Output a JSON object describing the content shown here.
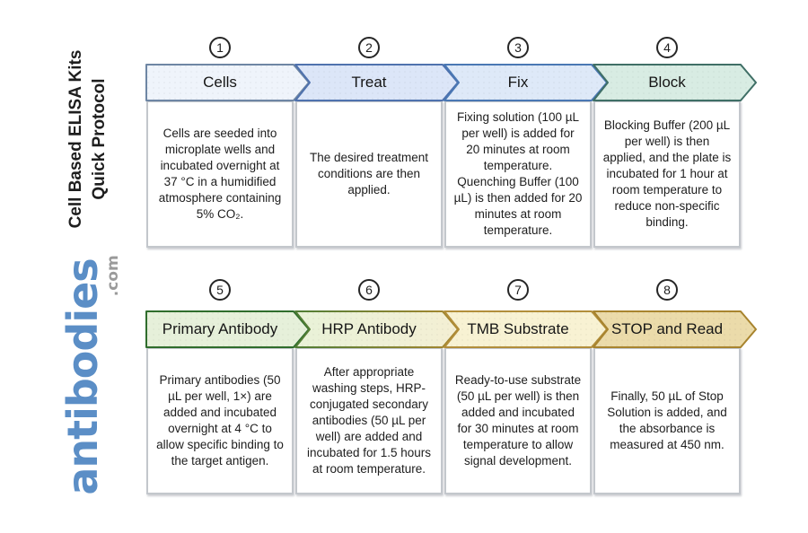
{
  "sidebar": {
    "title_line1": "Cell Based ELISA Kits",
    "title_line2": "Quick Protocol",
    "logo_word": "antibodies",
    "logo_suffix": ".com",
    "colors": {
      "logo_blue": "#5b8ec6",
      "logo_gray": "#9a9a9a"
    }
  },
  "steps": [
    {
      "number": "1",
      "label": "Cells",
      "description": "Cells are seeded into microplate wells and incubated overnight at 37 °C in a humidified atmosphere containing 5% CO₂.",
      "fill": "#eff4fb",
      "stroke": "#6e86a4"
    },
    {
      "number": "2",
      "label": "Treat",
      "description": "The desired treatment conditions are then applied.",
      "fill": "#dce6f8",
      "stroke": "#4f72ae"
    },
    {
      "number": "3",
      "label": "Fix",
      "description": "Fixing solution (100 µL per well) is added for 20 minutes at room temperature. Quenching Buffer (100 µL) is then added for 20 minutes at room temperature.",
      "fill": "#dee9f8",
      "stroke": "#4a78b4"
    },
    {
      "number": "4",
      "label": "Block",
      "description": "Blocking Buffer (200 µL per well) is then applied, and the plate is incubated for 1 hour at room temperature to reduce non-specific binding.",
      "fill": "#d8ece3",
      "stroke": "#3f6f66"
    },
    {
      "number": "5",
      "label": "Primary Antibody",
      "description": "Primary antibodies (50 µL per well, 1×) are added and incubated overnight at 4 °C to allow specific binding to the target antigen.",
      "fill": "#e6f0da",
      "stroke": "#2f6d2c"
    },
    {
      "number": "6",
      "label": "HRP Antibody",
      "description": "After appropriate washing steps, HRP-conjugated secondary antibodies (50 µL per well) are added and incubated for 1.5 hours at room temperature.",
      "fill": "#e9f2d8",
      "fill2": "#f4efd4",
      "stroke": "#4f7d35",
      "stroke2": "#a8872f"
    },
    {
      "number": "7",
      "label": "TMB Substrate",
      "description": "Ready-to-use substrate (50 µL per well) is then added and incubated for 30 minutes at room temperature to allow signal development.",
      "fill": "#f8f2d3",
      "stroke": "#b28e3a"
    },
    {
      "number": "8",
      "label": "STOP and Read",
      "description": "Finally, 50 µL of Stop Solution is added, and the absorbance is measured at 450 nm.",
      "fill": "#ebdbaa",
      "stroke": "#a8842e"
    }
  ]
}
